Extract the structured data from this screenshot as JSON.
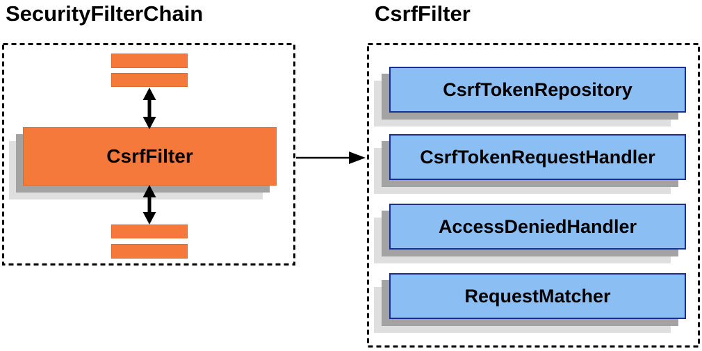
{
  "left": {
    "title": "SecurityFilterChain",
    "filter_label": "CsrfFilter"
  },
  "right": {
    "title": "CsrfFilter",
    "components": [
      "CsrfTokenRepository",
      "CsrfTokenRequestHandler",
      "AccessDeniedHandler",
      "RequestMatcher"
    ]
  },
  "icons": {
    "vertical_flow_arrows": "double-headed-arrow-icon",
    "link_arrow": "right-arrow-icon"
  },
  "colors": {
    "orange_fill": "#F4793B",
    "orange_border": "#E4672E",
    "blue_fill": "#8BBEF2",
    "blue_border": "#1B2F90",
    "shadow_dark": "#A3A3A3",
    "shadow_light": "#DFDFDF",
    "outline": "#000000",
    "text": "#000000"
  }
}
